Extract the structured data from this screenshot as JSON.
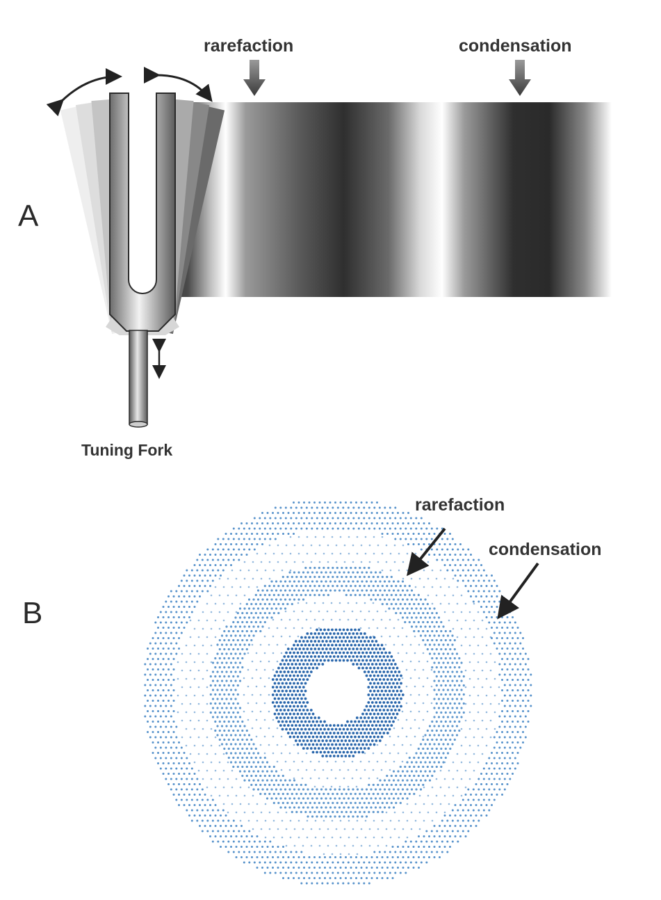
{
  "panel_a": {
    "letter": "A",
    "rarefaction_label": "rarefaction",
    "condensation_label": "condensation",
    "fork_label": "Tuning Fork"
  },
  "panel_b": {
    "letter": "B",
    "rarefaction_label": "rarefaction",
    "condensation_label": "condensation"
  },
  "colors": {
    "dot_blue": "#3a7fc2",
    "dot_dark_blue": "#1f5fa8",
    "wave_dark": "#2e2e2e",
    "wave_light": "#ffffff",
    "arrow_gray": "#555555",
    "text": "#333333"
  },
  "icons": {
    "rarefaction_arrow": "down-arrow-icon",
    "condensation_arrow": "down-arrow-icon",
    "vibration_arrows": "curved-double-arrow-icon",
    "stem_motion": "vertical-double-arrow-icon"
  }
}
